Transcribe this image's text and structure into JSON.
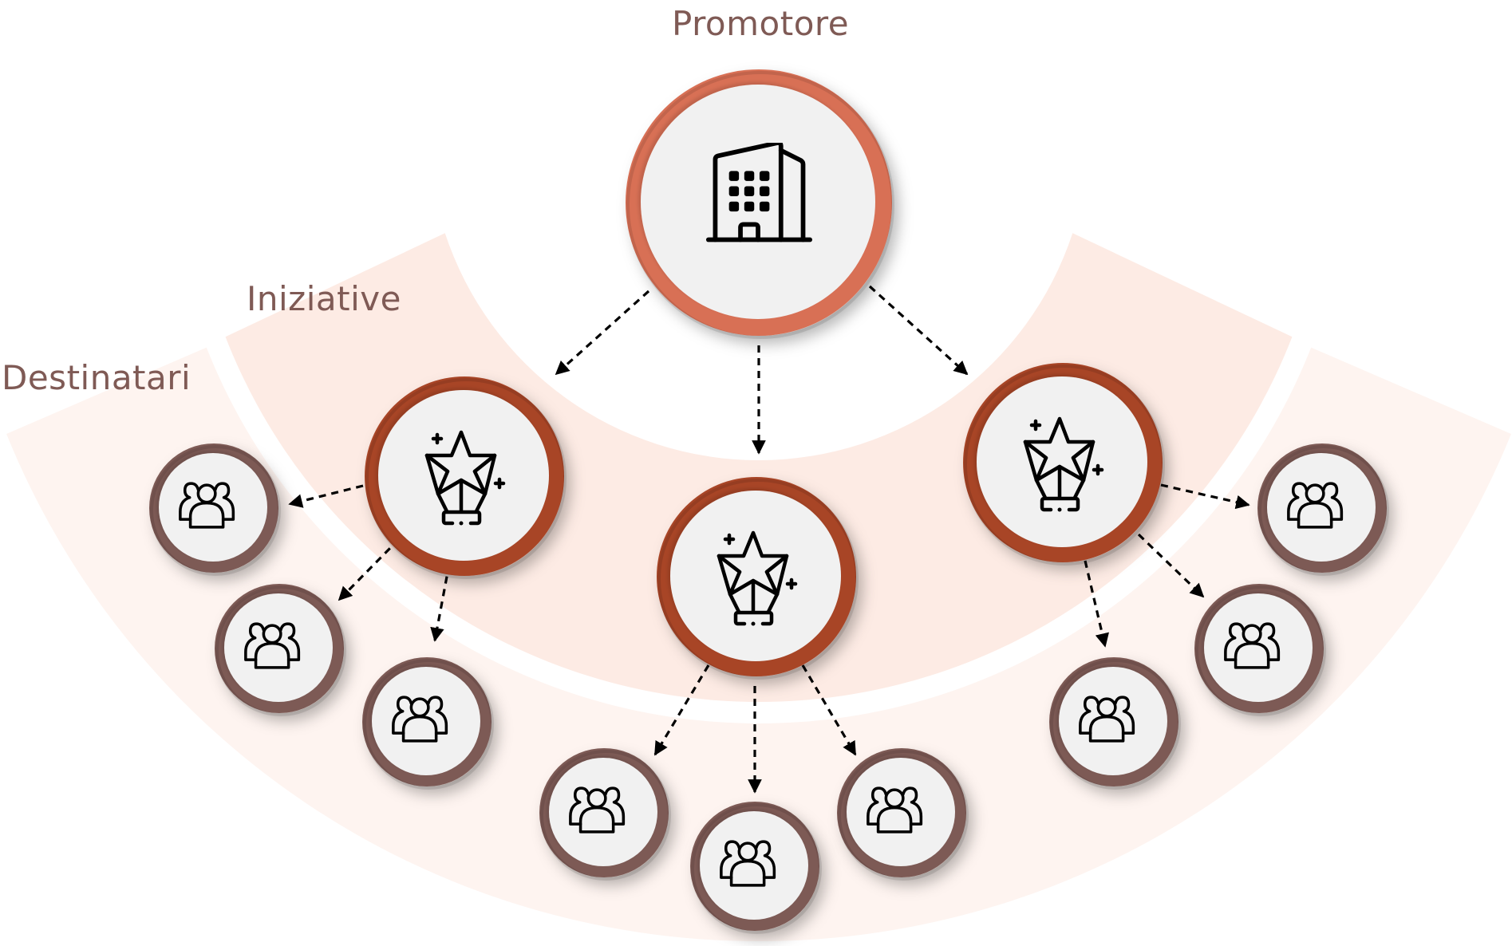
{
  "labels": {
    "promoter": "Promotore",
    "initiatives": "Iniziative",
    "recipients": "Destinatari"
  },
  "colors": {
    "label_text": "#7f5a55",
    "promoter_ring": "#d86f55",
    "initiative_ring": "#a84428",
    "recipient_ring": "#7d5a55",
    "node_fill": "#f1f1f1",
    "band_initiatives": "#fdebe4",
    "band_recipients": "#fef4f0",
    "arrow": "#000000"
  },
  "nodes": {
    "promoter": {
      "id": "promoter",
      "icon": "building-icon",
      "label_ref": "labels.promoter"
    },
    "initiatives": [
      {
        "id": "initiative-left",
        "icon": "star-award-icon"
      },
      {
        "id": "initiative-center",
        "icon": "star-award-icon"
      },
      {
        "id": "initiative-right",
        "icon": "star-award-icon"
      }
    ],
    "recipients": [
      {
        "id": "recipient-left-1",
        "parent": "initiative-left",
        "icon": "people-group-icon"
      },
      {
        "id": "recipient-left-2",
        "parent": "initiative-left",
        "icon": "people-group-icon"
      },
      {
        "id": "recipient-left-3",
        "parent": "initiative-left",
        "icon": "people-group-icon"
      },
      {
        "id": "recipient-center-1",
        "parent": "initiative-center",
        "icon": "people-group-icon"
      },
      {
        "id": "recipient-center-2",
        "parent": "initiative-center",
        "icon": "people-group-icon"
      },
      {
        "id": "recipient-center-3",
        "parent": "initiative-center",
        "icon": "people-group-icon"
      },
      {
        "id": "recipient-right-1",
        "parent": "initiative-right",
        "icon": "people-group-icon"
      },
      {
        "id": "recipient-right-2",
        "parent": "initiative-right",
        "icon": "people-group-icon"
      },
      {
        "id": "recipient-right-3",
        "parent": "initiative-right",
        "icon": "people-group-icon"
      }
    ]
  },
  "edges": [
    {
      "from": "promoter",
      "to": "initiative-left",
      "style": "dashed-arrow"
    },
    {
      "from": "promoter",
      "to": "initiative-center",
      "style": "dashed-arrow"
    },
    {
      "from": "promoter",
      "to": "initiative-right",
      "style": "dashed-arrow"
    },
    {
      "from": "initiative-left",
      "to": "recipient-left-1",
      "style": "dashed-arrow"
    },
    {
      "from": "initiative-left",
      "to": "recipient-left-2",
      "style": "dashed-arrow"
    },
    {
      "from": "initiative-left",
      "to": "recipient-left-3",
      "style": "dashed-arrow"
    },
    {
      "from": "initiative-center",
      "to": "recipient-center-1",
      "style": "dashed-arrow"
    },
    {
      "from": "initiative-center",
      "to": "recipient-center-2",
      "style": "dashed-arrow"
    },
    {
      "from": "initiative-center",
      "to": "recipient-center-3",
      "style": "dashed-arrow"
    },
    {
      "from": "initiative-right",
      "to": "recipient-right-1",
      "style": "dashed-arrow"
    },
    {
      "from": "initiative-right",
      "to": "recipient-right-2",
      "style": "dashed-arrow"
    },
    {
      "from": "initiative-right",
      "to": "recipient-right-3",
      "style": "dashed-arrow"
    }
  ]
}
